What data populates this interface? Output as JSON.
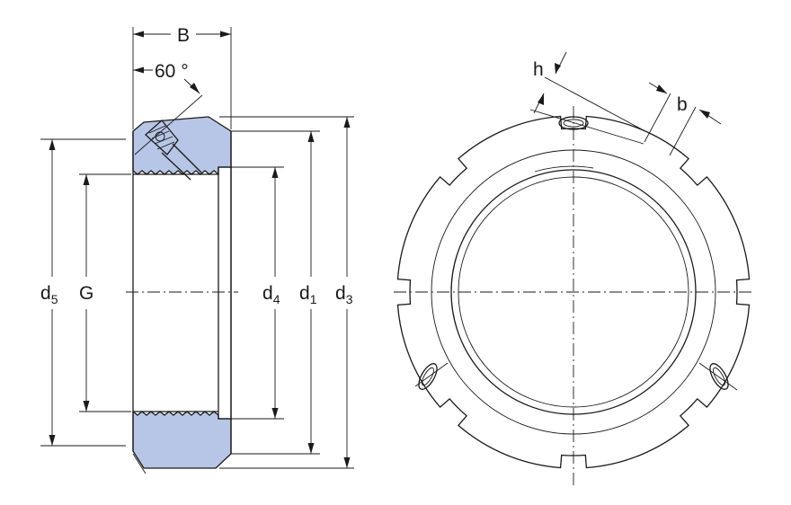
{
  "colors": {
    "section_fill": "#b7c6e6",
    "line": "#1a1a1a",
    "background": "#ffffff"
  },
  "labels": {
    "B": "B",
    "angle": "60 °",
    "d5": "d",
    "d5_sub": "5",
    "G": "G",
    "d4": "d",
    "d4_sub": "4",
    "d1": "d",
    "d1_sub": "1",
    "d3": "d",
    "d3_sub": "3",
    "h": "h",
    "b": "b"
  }
}
